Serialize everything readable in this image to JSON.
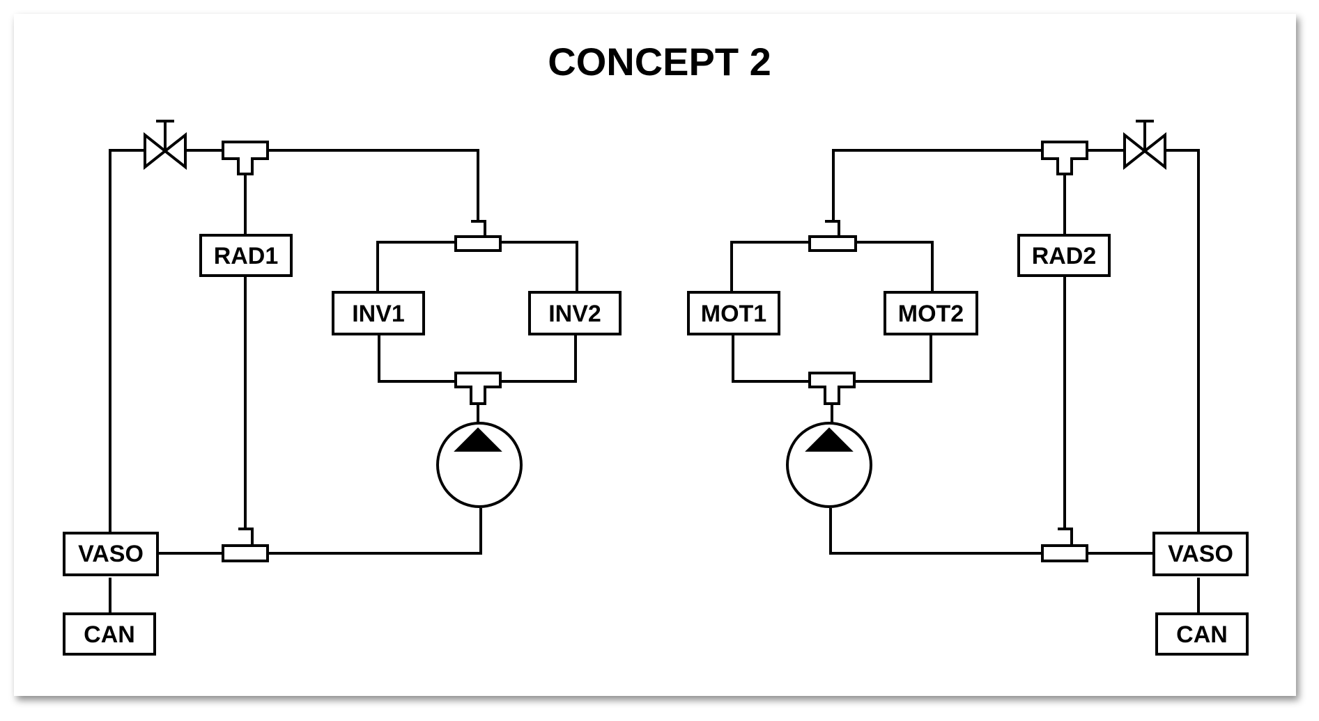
{
  "title": "CONCEPT 2",
  "components": {
    "rad1": "RAD1",
    "rad2": "RAD2",
    "inv1": "INV1",
    "inv2": "INV2",
    "mot1": "MOT1",
    "mot2": "MOT2",
    "vaso_left": "VASO",
    "vaso_right": "VASO",
    "can_left": "CAN",
    "can_right": "CAN"
  },
  "colors": {
    "line": "#000000",
    "background": "#ffffff"
  },
  "icons": [
    "valve-icon",
    "tee-fitting-icon",
    "pump-icon"
  ]
}
